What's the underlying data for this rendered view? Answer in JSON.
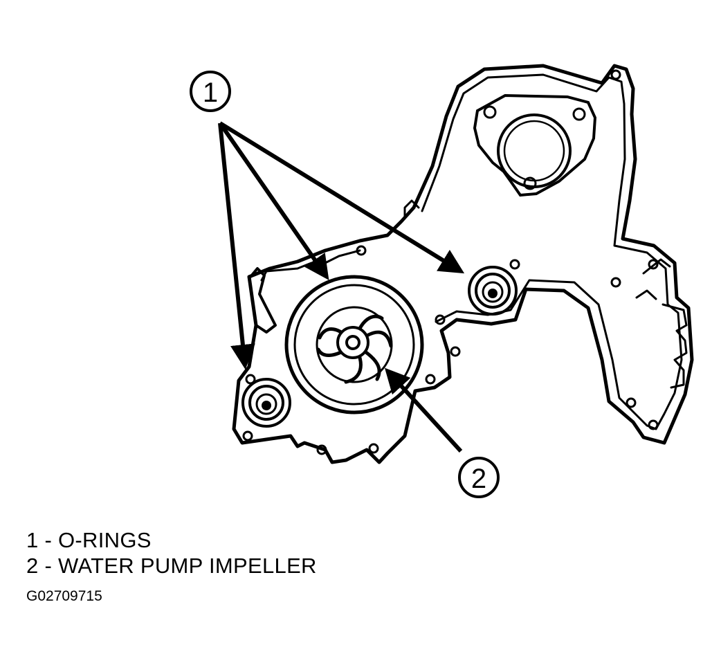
{
  "callouts": [
    {
      "number": "1",
      "text": "O-RINGS"
    },
    {
      "number": "2",
      "text": "WATER PUMP IMPELLER"
    }
  ],
  "legend": [
    {
      "text": "1 - O-RINGS"
    },
    {
      "text": "2 - WATER PUMP IMPELLER"
    }
  ],
  "figure_id": "G02709715",
  "colors": {
    "ink": "#000000",
    "paper": "#ffffff"
  }
}
